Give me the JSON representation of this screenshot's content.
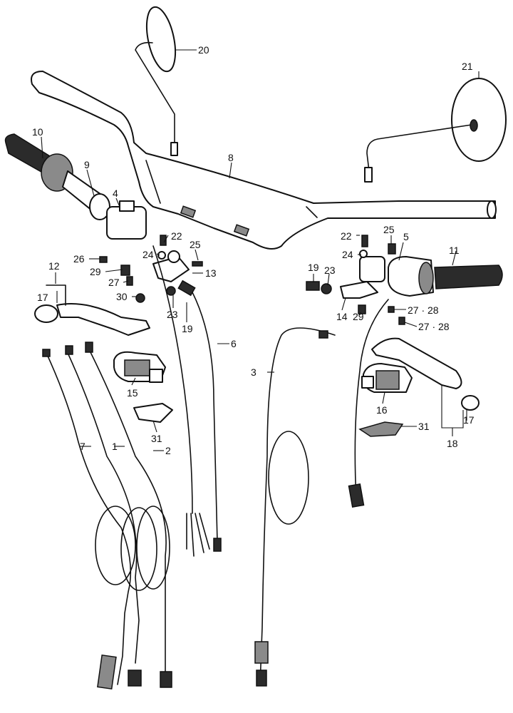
{
  "callouts": [
    {
      "id": "20",
      "text": "20"
    },
    {
      "id": "21",
      "text": "21"
    },
    {
      "id": "10",
      "text": "10"
    },
    {
      "id": "9",
      "text": "9"
    },
    {
      "id": "8",
      "text": "8"
    },
    {
      "id": "4",
      "text": "4"
    },
    {
      "id": "22a",
      "text": "22"
    },
    {
      "id": "25a",
      "text": "25"
    },
    {
      "id": "24a",
      "text": "24"
    },
    {
      "id": "26",
      "text": "26"
    },
    {
      "id": "29a",
      "text": "29"
    },
    {
      "id": "27a",
      "text": "27"
    },
    {
      "id": "13",
      "text": "13"
    },
    {
      "id": "12",
      "text": "12"
    },
    {
      "id": "17a",
      "text": "17"
    },
    {
      "id": "30",
      "text": "30"
    },
    {
      "id": "23a",
      "text": "23"
    },
    {
      "id": "19a",
      "text": "19"
    },
    {
      "id": "6",
      "text": "6"
    },
    {
      "id": "15",
      "text": "15"
    },
    {
      "id": "31a",
      "text": "31"
    },
    {
      "id": "7",
      "text": "7"
    },
    {
      "id": "1",
      "text": "1"
    },
    {
      "id": "2",
      "text": "2"
    },
    {
      "id": "22b",
      "text": "22"
    },
    {
      "id": "25b",
      "text": "25"
    },
    {
      "id": "5",
      "text": "5"
    },
    {
      "id": "11",
      "text": "11"
    },
    {
      "id": "24b",
      "text": "24"
    },
    {
      "id": "19b",
      "text": "19"
    },
    {
      "id": "23b",
      "text": "23"
    },
    {
      "id": "14",
      "text": "14"
    },
    {
      "id": "29b",
      "text": "29"
    },
    {
      "id": "27-28a",
      "text": "27 · 28"
    },
    {
      "id": "27-28b",
      "text": "27 · 28"
    },
    {
      "id": "3",
      "text": "3"
    },
    {
      "id": "16",
      "text": "16"
    },
    {
      "id": "31b",
      "text": "31"
    },
    {
      "id": "17b",
      "text": "17"
    },
    {
      "id": "18",
      "text": "18"
    }
  ]
}
